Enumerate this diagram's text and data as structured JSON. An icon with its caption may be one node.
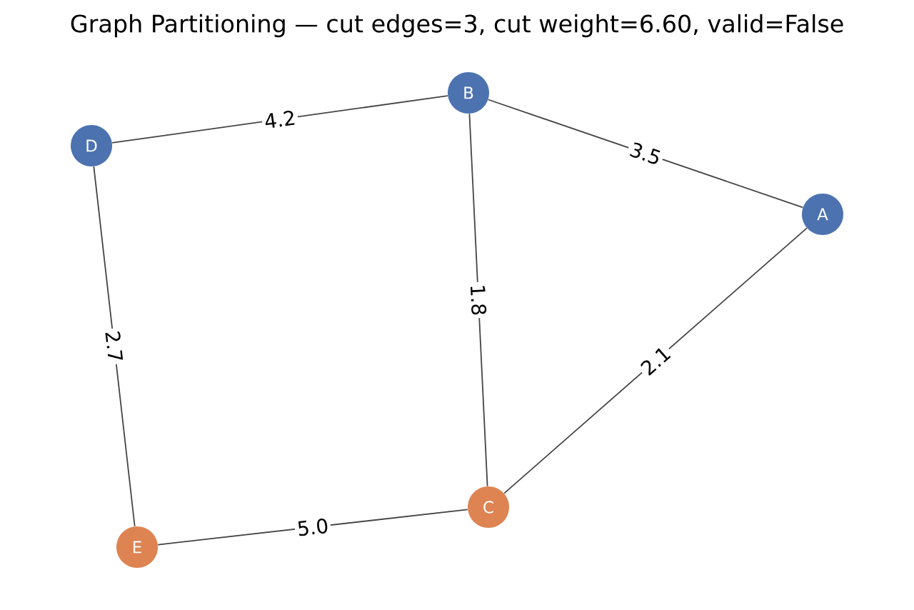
{
  "diagram": {
    "title": "Graph Partitioning — cut edges=3, cut weight=6.60, valid=False",
    "nodes": [
      {
        "text": [
          "B"
        ]
      },
      {
        "text": [
          "D"
        ]
      },
      {
        "text": [
          "A"
        ]
      },
      {
        "text": [
          "C"
        ]
      },
      {
        "text": [
          "E"
        ]
      }
    ],
    "edges": [
      {
        "from": 1,
        "to": 0,
        "arrow": "none",
        "label": "4.2"
      },
      {
        "from": 0,
        "to": 2,
        "arrow": "none",
        "label": "3.5"
      },
      {
        "from": 0,
        "to": 3,
        "arrow": "none",
        "label": "1.8"
      },
      {
        "from": 3,
        "to": 2,
        "arrow": "none",
        "label": "2.1"
      },
      {
        "from": 1,
        "to": 4,
        "arrow": "none",
        "label": "2.7"
      },
      {
        "from": 4,
        "to": 3,
        "arrow": "none",
        "label": "5.0"
      }
    ]
  }
}
